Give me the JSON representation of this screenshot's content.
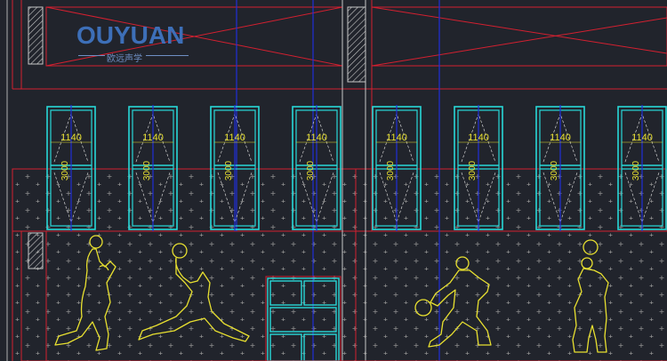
{
  "logo": {
    "word": "OUYUAN",
    "subtitle": "欧远声学"
  },
  "windows": [
    {
      "width_label": "1140",
      "height_label": "3000"
    },
    {
      "width_label": "1140",
      "height_label": "3000"
    },
    {
      "width_label": "1140",
      "height_label": "3000"
    },
    {
      "width_label": "1140",
      "height_label": "3000"
    },
    {
      "width_label": "1140",
      "height_label": "3000"
    },
    {
      "width_label": "1140",
      "height_label": "3000"
    },
    {
      "width_label": "1140",
      "height_label": "3000"
    },
    {
      "width_label": "1140",
      "height_label": "3000"
    }
  ],
  "colors": {
    "background": "#21242c",
    "wall_outline": "#d42030",
    "axis_line": "#2030d8",
    "window_frame": "#28d8d8",
    "dimension_text": "#e8e030",
    "figure_stroke": "#e8e030",
    "panel_crosses": "#8a8a8a",
    "logo_blue": "#3d6fb8"
  }
}
